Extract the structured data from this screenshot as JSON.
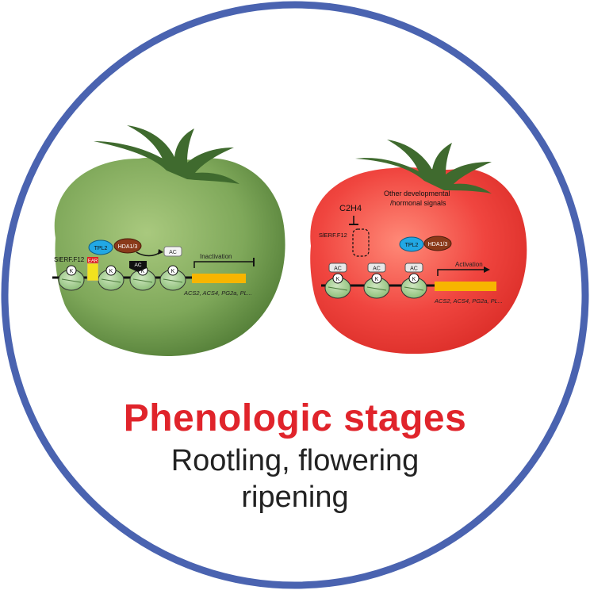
{
  "colors": {
    "ring": "#4a63b0",
    "title": "#e0242b",
    "subtitle": "#222222",
    "green_tomato": "#7fa85a",
    "red_tomato": "#f0453f",
    "gene_bar": "#f7b500"
  },
  "heading": {
    "title": "Phenologic stages",
    "line1": "Rootling, flowering",
    "line2": "ripening"
  },
  "green_tomato": {
    "factor_label": "SlERF.F12",
    "ear_label": "EAR",
    "tpl2_label": "TPL2",
    "hda_label": "HDA1/3",
    "ac_label": "AC",
    "ac_removed_label": "AC",
    "k_label": "K",
    "gene_state": "Inactivation",
    "genes": "ACS2, ACS4, PG2a, PL..."
  },
  "red_tomato": {
    "ethylene_label": "C2H4",
    "signals_line1": "Other developmental",
    "signals_line2": "/hormonal signals",
    "factor_label": "SlERF.F12",
    "tpl2_label": "TPL2",
    "hda_label": "HDA1/3",
    "ac_label": "AC",
    "k_label": "K",
    "gene_state": "Activation",
    "genes": "ACS2, ACS4, PG2a, PL..."
  }
}
